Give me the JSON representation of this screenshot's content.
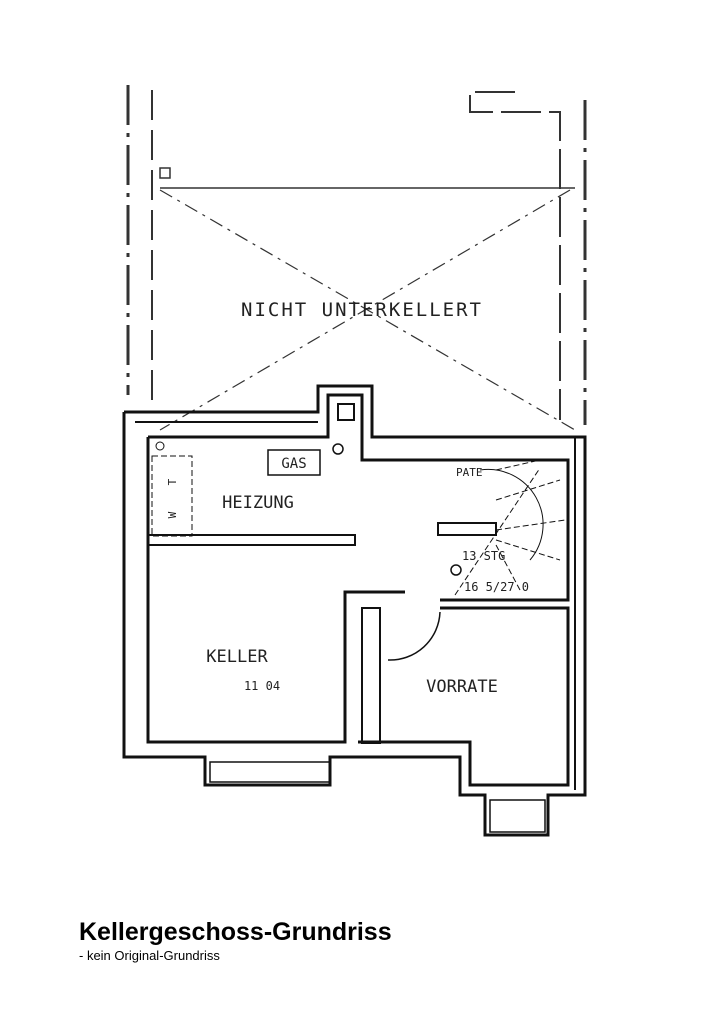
{
  "plan": {
    "unexcavated_label": "NICHT UNTERKELLERT",
    "rooms": {
      "heating": "HEIZUNG",
      "gas": "GAS",
      "washer": "W",
      "dryer": "T",
      "cellar": "KELLER",
      "cellar_area": "11 04",
      "storage": "VORRATE",
      "stair_steps": "13 STG",
      "stair_dims": "16 5/27 0",
      "stair_note": "PATE"
    }
  },
  "caption": {
    "title": "Kellergeschoss-Grundriss",
    "subtitle": "- kein Original-Grundriss"
  }
}
